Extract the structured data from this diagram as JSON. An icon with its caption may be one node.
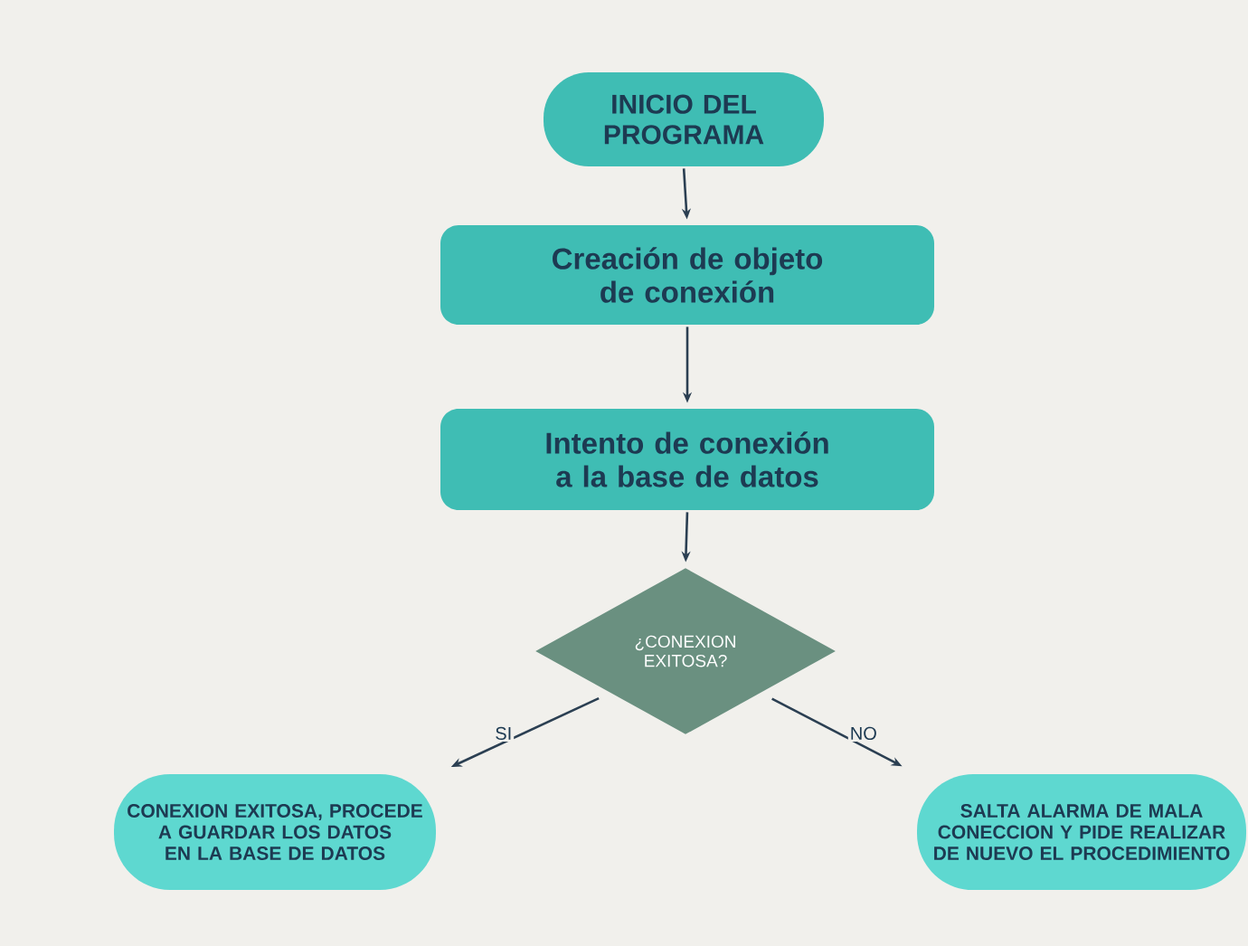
{
  "diagram": {
    "nodes": [
      {
        "text": [
          "INICIO DEL PROGRAMA"
        ]
      },
      {
        "text": [
          "Creación de objeto de conexión"
        ]
      },
      {
        "text": [
          "Intento de conexión a la base de datos"
        ]
      },
      {
        "text": [
          "¿CONEXION EXITOSA?"
        ]
      },
      {
        "text": [
          "CONEXION EXITOSA, PROCEDE A GUARDAR LOS DATOS EN LA BASE DE DATOS"
        ]
      },
      {
        "text": [
          "SALTA ALARMA DE MALA CONECCION Y PIDE REALIZAR DE NUEVO EL PROCEDIMIENTO"
        ]
      }
    ],
    "edges": [
      {
        "from": 0,
        "to": 1,
        "arrow": "to"
      },
      {
        "from": 1,
        "to": 2,
        "arrow": "to"
      },
      {
        "from": 2,
        "to": 3,
        "arrow": "to"
      },
      {
        "from": 3,
        "to": 4,
        "arrow": "to",
        "label": "SI"
      },
      {
        "from": 3,
        "to": 5,
        "arrow": "to",
        "label": "NO"
      }
    ]
  }
}
